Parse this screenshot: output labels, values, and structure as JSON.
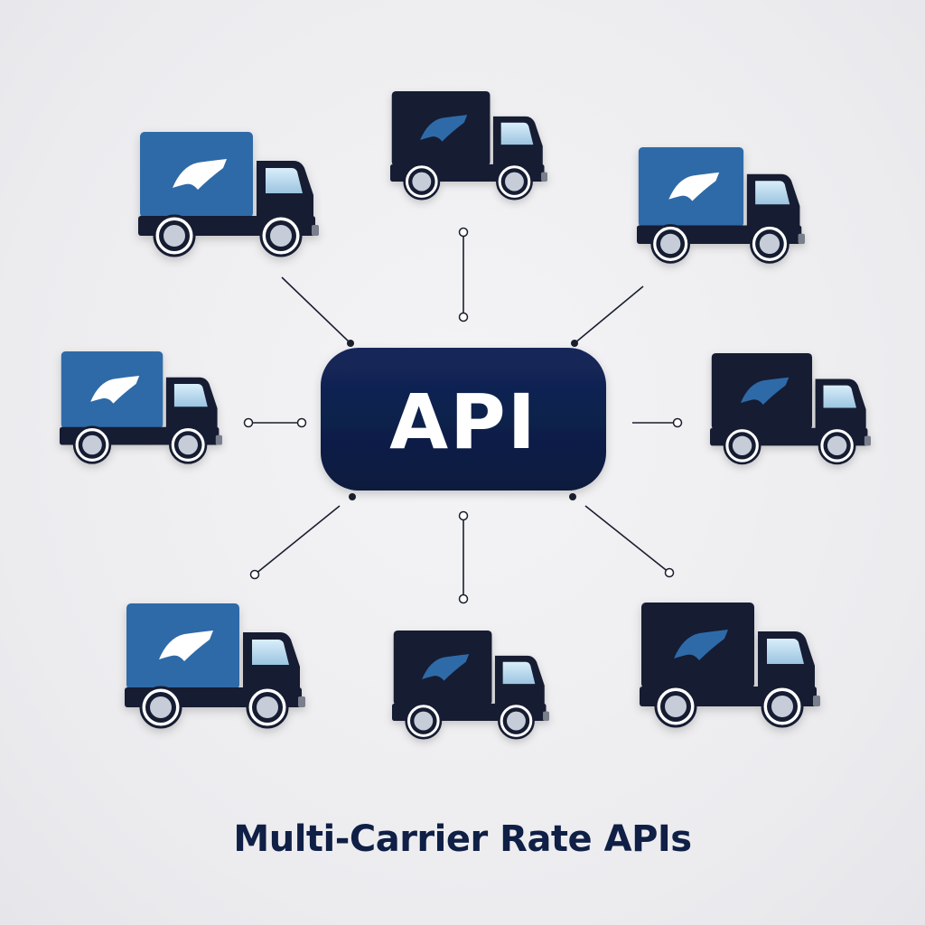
{
  "hub": {
    "label": "API"
  },
  "caption": "Multi-Carrier Rate APIs",
  "colors": {
    "background": "#ececef",
    "hub": "#0f1f45",
    "truck_blue_cargo": "#2f6aa8",
    "truck_dark_cargo": "#141c33",
    "truck_body": "#141c33",
    "logo_light": "#ffffff",
    "logo_blue": "#2f6aa8",
    "connector": "#1a1f2e"
  },
  "carriers": [
    {
      "id": "truck-top-left",
      "cargo": "blue",
      "icon": "truck-icon"
    },
    {
      "id": "truck-top-center",
      "cargo": "dark",
      "icon": "truck-icon"
    },
    {
      "id": "truck-top-right",
      "cargo": "blue",
      "icon": "truck-icon"
    },
    {
      "id": "truck-middle-left",
      "cargo": "blue",
      "icon": "truck-icon"
    },
    {
      "id": "truck-middle-right",
      "cargo": "dark",
      "icon": "truck-icon"
    },
    {
      "id": "truck-bottom-left",
      "cargo": "blue",
      "icon": "truck-icon"
    },
    {
      "id": "truck-bottom-center",
      "cargo": "dark",
      "icon": "truck-icon"
    },
    {
      "id": "truck-bottom-right",
      "cargo": "dark",
      "icon": "truck-icon"
    }
  ]
}
